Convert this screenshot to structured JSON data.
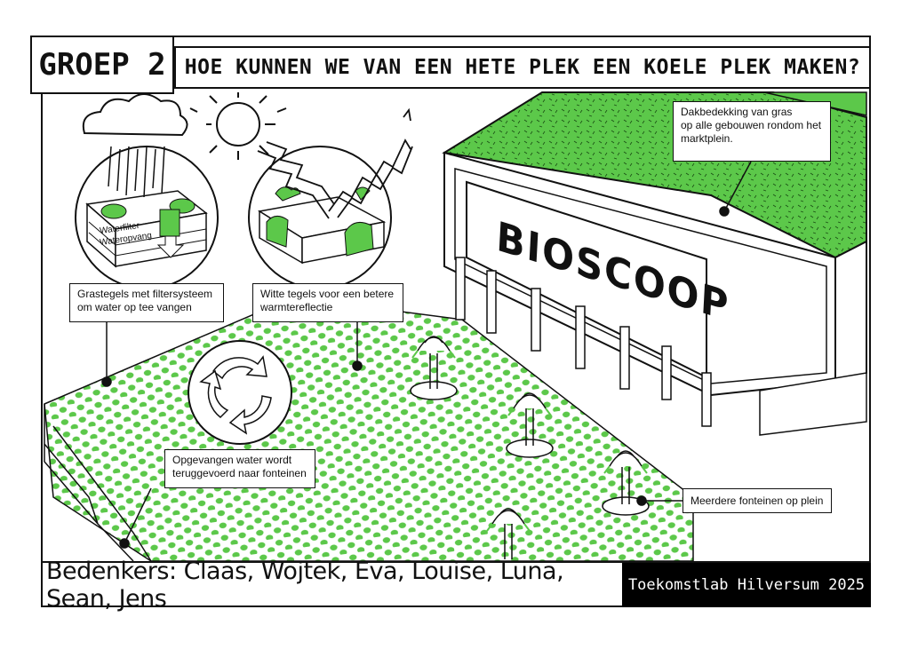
{
  "header": {
    "group_label": "GROEP 2",
    "question": "HOE KUNNEN WE VAN EEN HETE PLEK EEN KOELE PLEK MAKEN?"
  },
  "building": {
    "sign": "BIOSCOOP"
  },
  "callouts": {
    "roof": [
      "Dakbedekking van gras",
      "op alle gebouwen rondom het",
      "marktplein."
    ],
    "grass_tiles": [
      "Grastegels met filtersysteem",
      "om water op tee vangen"
    ],
    "white_tiles": [
      "Witte tegels voor een betere",
      "warmtereflectie"
    ],
    "water_return": [
      "Opgevangen water wordt",
      "teruggevoerd naar fonteinen"
    ],
    "fountains": "Meerdere fonteinen op plein"
  },
  "diagram_labels": {
    "filter": "Waterfilter",
    "capture": "Wateropvang"
  },
  "footer": {
    "credits": "Bedenkers: Claas, Wojtek, Eva, Louise, Luna, Sean, Jens",
    "lab": "Toekomstlab Hilversum 2025"
  },
  "colors": {
    "grass": "#5cc84a",
    "ink": "#111111",
    "paper": "#ffffff",
    "footer_bg": "#000000"
  },
  "icons": [
    "sun-icon",
    "rain-cloud-icon",
    "heat-reflection-arrows-icon",
    "recycle-arrows-icon",
    "fountain-icon"
  ]
}
